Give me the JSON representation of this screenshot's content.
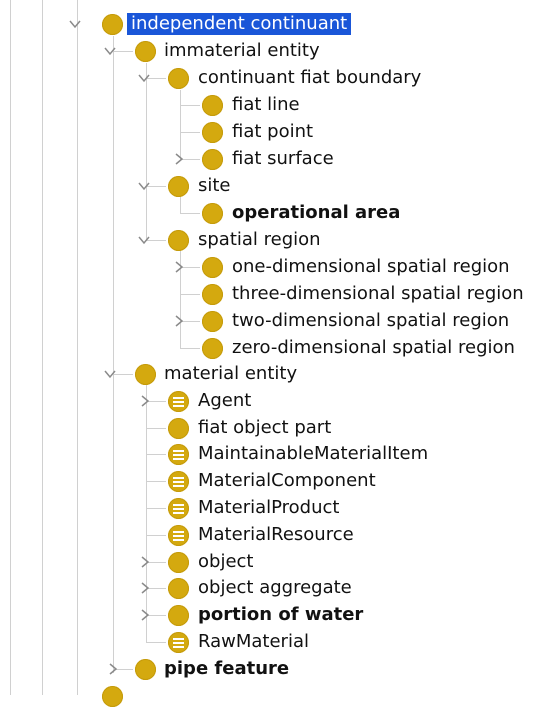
{
  "tree": {
    "root": {
      "label": "independent continuant",
      "selected": true
    },
    "immaterial_entity": {
      "label": "immaterial entity"
    },
    "continuant_fiat_boundary": {
      "label": "continuant fiat boundary"
    },
    "fiat_line": {
      "label": "fiat line"
    },
    "fiat_point": {
      "label": "fiat point"
    },
    "fiat_surface": {
      "label": "fiat surface"
    },
    "site": {
      "label": "site"
    },
    "operational_area": {
      "label": "operational area"
    },
    "spatial_region": {
      "label": "spatial region"
    },
    "one_dim": {
      "label": "one-dimensional spatial region"
    },
    "three_dim": {
      "label": "three-dimensional spatial region"
    },
    "two_dim": {
      "label": "two-dimensional spatial region"
    },
    "zero_dim": {
      "label": "zero-dimensional spatial region"
    },
    "material_entity": {
      "label": "material entity"
    },
    "agent": {
      "label": "Agent"
    },
    "fiat_object_part": {
      "label": "fiat object part"
    },
    "maintainable_material_item": {
      "label": "MaintainableMaterialItem"
    },
    "material_component": {
      "label": "MaterialComponent"
    },
    "material_product": {
      "label": "MaterialProduct"
    },
    "material_resource": {
      "label": "MaterialResource"
    },
    "object": {
      "label": "object"
    },
    "object_aggregate": {
      "label": "object aggregate"
    },
    "portion_of_water": {
      "label": "portion of water"
    },
    "raw_material": {
      "label": "RawMaterial"
    },
    "pipe_feature": {
      "label": "pipe feature"
    }
  },
  "colors": {
    "class_icon": "#d4a90f",
    "selection": "#1a56d8",
    "tree_lines": "#d0d0d0"
  },
  "icons": {
    "class": "class-circle-icon",
    "defined_class": "defined-class-icon",
    "expanded": "chevron-down-icon",
    "collapsed": "chevron-right-icon"
  }
}
